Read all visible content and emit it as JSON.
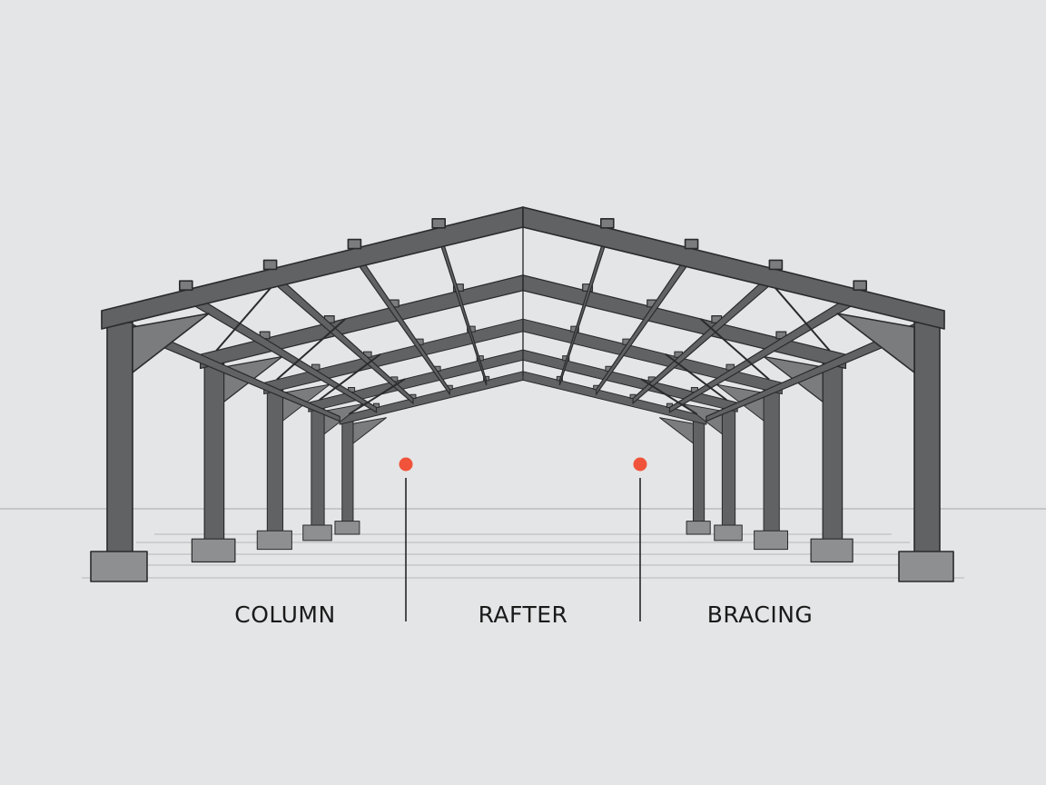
{
  "labels": {
    "column": "COLUMN",
    "rafter": "RAFTER",
    "bracing": "BRACING"
  },
  "colors": {
    "background": "#e4e5e6",
    "steel": "#606264",
    "steel_light": "#7a7c7e",
    "outline": "#2a2b2c",
    "marker": "#f0533a"
  },
  "frame_count": 5
}
